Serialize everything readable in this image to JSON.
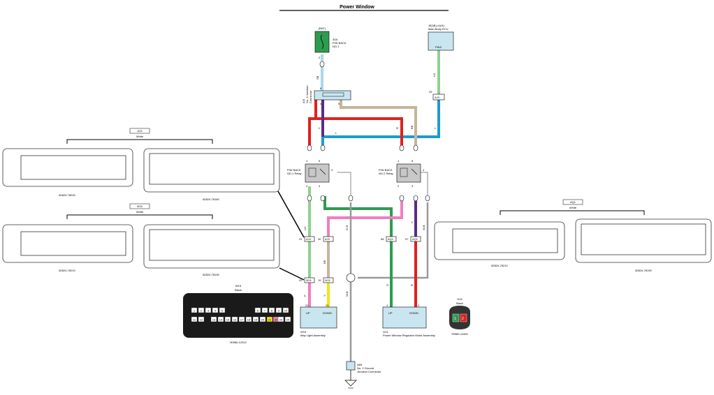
{
  "title": "Power Window",
  "colors": {
    "sb": "#a8d8ea",
    "lg": "#8fd18f",
    "green": "#2e9c4f",
    "red": "#e02020",
    "violet": "#5b2a86",
    "blue": "#1d9bd1",
    "tan": "#c8b49a",
    "pink": "#ee7fbf",
    "yellow": "#f2e41a",
    "gray": "#9a9a9a",
    "box": "#c9e6f0",
    "relay": "#c8c8c8"
  },
  "fuse": {
    "id": "(BAT)",
    "pin": "2",
    "l1": "30A",
    "l2": "P/W BACK",
    "l3": "NO.1"
  },
  "ecu": {
    "id": "J62(B),x1(H)",
    "name": "Main Body ECU",
    "terminal": "PWS"
  },
  "junction": {
    "id": "AI3",
    "l1": "No. 3 Junction",
    "l2": "Connector",
    "pin_a": "4",
    "pin_b": "5",
    "pin_c": "6"
  },
  "ecu_conn": {
    "id": "AJ3",
    "pin": "25"
  },
  "relay1": {
    "name1": "P/W BACK",
    "name2": "NO.1 Relay",
    "p1": "1",
    "p2": "2",
    "p3": "3",
    "p4": "4",
    "p5": "5"
  },
  "relay2": {
    "name1": "P/W BACK",
    "name2": "NO.2 Relay",
    "p1": "1",
    "p2": "2",
    "p3": "3",
    "p4": "4",
    "p5": "5"
  },
  "wire_labels": {
    "sb": "SB",
    "lg": "LG",
    "v": "V",
    "l": "L",
    "r": "R",
    "be": "BE",
    "g": "G",
    "w": "W",
    "p": "P",
    "gr": "G-R",
    "wb": "W-B",
    "v2": "V",
    "y": "Y"
  },
  "mid_conns": {
    "c1": {
      "id": "AJ3",
      "pin": "31"
    },
    "c2": {
      "id": "AJ3",
      "pin": "30"
    },
    "c3": {
      "id": "AQ1",
      "pin": "58"
    },
    "c4": {
      "id": "AQ1",
      "pin": "57"
    }
  },
  "low_conns": {
    "c1": {
      "id": "WJ1",
      "pin": "20"
    },
    "c2": {
      "id": "WJ1",
      "pin": "19"
    }
  },
  "map_light": {
    "id": "W15",
    "name": "Map Light Assembly",
    "up": "UP",
    "down": "DOWN",
    "p1": "22",
    "p2": "21"
  },
  "motor": {
    "id": "G24",
    "name": "Power Window Regulator Motor Assembly",
    "up": "UP",
    "down": "DOWN",
    "p1": "1",
    "p2": "2"
  },
  "ground": {
    "id": "A65",
    "l1": "No. 2 Ground",
    "l2": "Junction Connector"
  },
  "aj3": {
    "id": "AJ3",
    "color": "White",
    "part_left": "82824-78200",
    "part_right": "82824-78160"
  },
  "wj1": {
    "id": "WJ1",
    "color": "White",
    "part_left": "82824-78210",
    "part_right": "82824-78190"
  },
  "aq1": {
    "id": "AQ1",
    "color": "White",
    "part_left": "82824-78210",
    "part_right": "82824-78190"
  },
  "w15": {
    "id": "W15",
    "color": "Black",
    "part": "90980-12912",
    "row1": [
      "1",
      "2",
      "3",
      "4",
      "5",
      "6",
      "7",
      "8",
      "9",
      "10"
    ],
    "row2": [
      "11",
      "12",
      "13",
      "14",
      "15",
      "16",
      "17",
      "18",
      "19",
      "20",
      "21",
      "22",
      "23",
      "24"
    ]
  },
  "g24": {
    "id": "G24",
    "color": "Black",
    "part": "90980-11900",
    "p1": "1",
    "p2": "2"
  }
}
